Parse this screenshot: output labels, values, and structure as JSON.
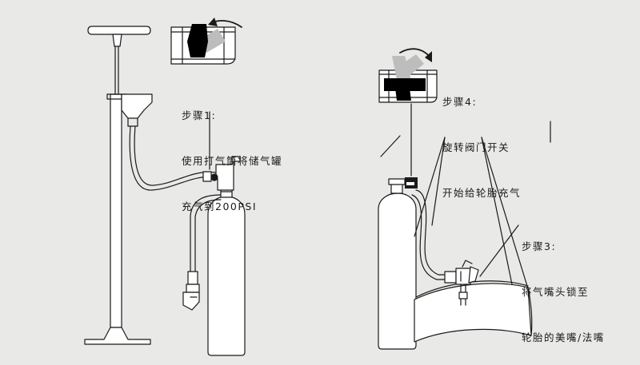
{
  "step1": {
    "title": "步骤1:",
    "line1": "使用打气筒将储气罐",
    "line2": "充气到200PSI"
  },
  "step4": {
    "title": "步骤4:",
    "line1": "旋转阀门开关",
    "line2": "开始给轮胎充气"
  },
  "step3": {
    "title": "步骤3:",
    "line1": "将气嘴头锁至",
    "line2": "轮胎的美嘴/法嘴"
  },
  "colors": {
    "background": "#e9e9e7",
    "line": "#1a1a1a",
    "fill": "#ffffff",
    "icon_dark": "#000000",
    "icon_gray": "#bdbdbd"
  }
}
